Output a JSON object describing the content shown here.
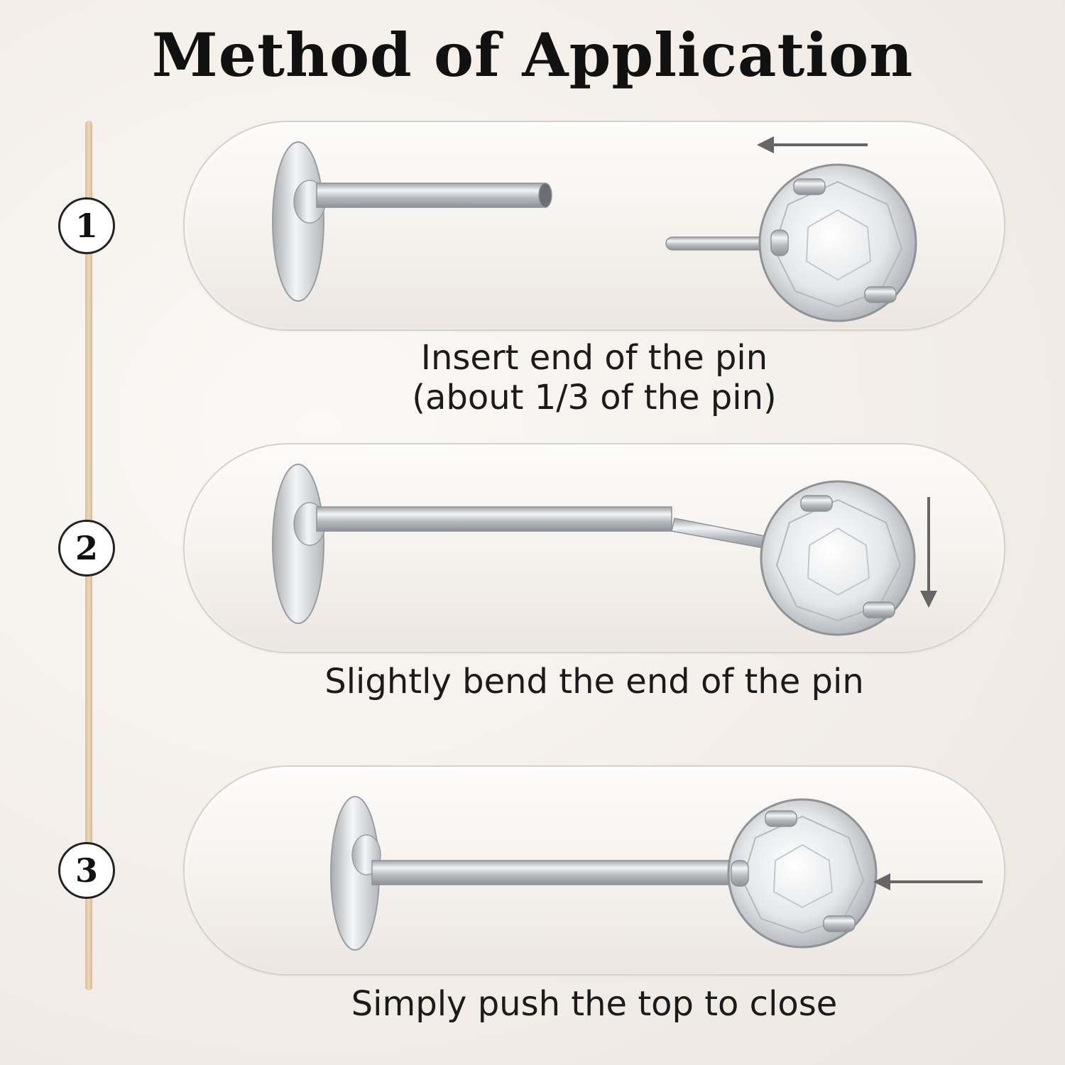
{
  "title": "Method of Application",
  "steps": [
    {
      "number": "1",
      "line1": "Insert end of the pin",
      "line2": "(about 1/3 of the pin)",
      "arrow": "left-arrow-icon"
    },
    {
      "number": "2",
      "line1": "Slightly bend the end of the pin",
      "arrow": "down-arrow-icon"
    },
    {
      "number": "3",
      "line1": "Simply push the top to close",
      "arrow": "left-arrow-icon"
    }
  ],
  "colors": {
    "timeline": "#e2c9a8",
    "metal": "#c4c7cb",
    "arrow": "#666666",
    "text": "#111111"
  }
}
